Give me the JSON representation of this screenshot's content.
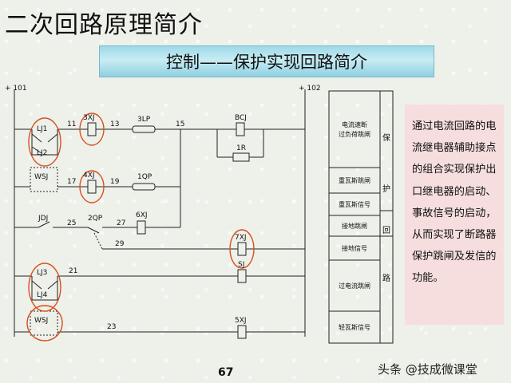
{
  "slide": {
    "title": "二次回路原理简介",
    "subtitle": "控制——保护实现回路简介",
    "page_number": "67",
    "watermark": "头条 @技成微课堂"
  },
  "diagram": {
    "bus_left": "+ 101",
    "bus_right": "+ 102",
    "labels": {
      "lj1": "LJ1",
      "lj2": "LJ2",
      "wsj_top": "WSJ",
      "jdj": "JDJ",
      "lj3": "LJ3",
      "lj4": "LJ4",
      "wsj_bottom": "WSJ",
      "n11": "11",
      "n13": "13",
      "n15": "15",
      "n17": "17",
      "n19": "19",
      "n25": "25",
      "n27": "27",
      "n29": "29",
      "n21": "21",
      "n23": "23",
      "xj3": "3XJ",
      "lp3": "3LP",
      "bcj": "BCJ",
      "r1": "1R",
      "xj4": "4XJ",
      "qp1": "1QP",
      "qp2": "2QP",
      "xj6": "6XJ",
      "xj7": "7XJ",
      "sj": "SJ",
      "xj5": "5XJ"
    },
    "function_table": {
      "rows": [
        "电流速断\n过负荷跳闸",
        "重瓦斯跳闸",
        "重瓦斯信号",
        "接地跳闸",
        "接地信号",
        "过电流跳闸",
        "轻瓦斯信号"
      ],
      "side_labels": [
        "保",
        "护",
        "回",
        "路"
      ]
    }
  },
  "note": {
    "text": "通过电流回路的电流继电器辅助接点的组合实现保护出口继电器的启动、事故信号的启动，从而实现了断路器保护跳闸及发信的功能。"
  }
}
